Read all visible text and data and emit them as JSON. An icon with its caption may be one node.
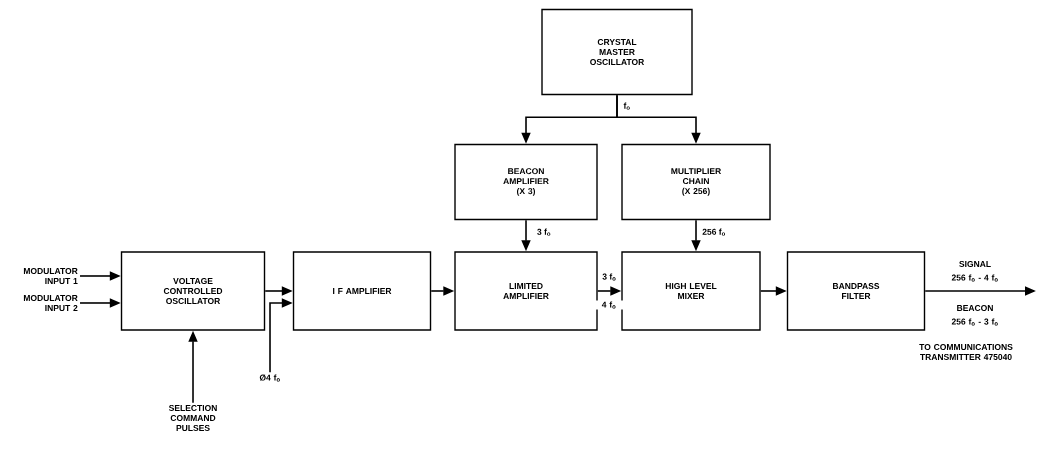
{
  "diagram": {
    "nodes": [
      {
        "text": [
          "CRYSTAL MASTER OSCILLATOR"
        ]
      },
      {
        "text": [
          "BEACON AMPLIFIER (X 3)"
        ]
      },
      {
        "text": [
          "MULTIPLIER CHAIN (X 256)"
        ]
      },
      {
        "text": [
          "MODULATOR INPUT 1"
        ]
      },
      {
        "text": [
          "MODULATOR INPUT 2"
        ]
      },
      {
        "text": [
          "VOLTAGE CONTROLLED OSCILLATOR"
        ]
      },
      {
        "text": [
          "I F AMPLIFIER"
        ]
      },
      {
        "text": [
          "LIMITED AMPLIFIER"
        ]
      },
      {
        "text": [
          "HIGH LEVEL MIXER"
        ]
      },
      {
        "text": [
          "BANDPASS FILTER"
        ]
      },
      {
        "text": [
          "SELECTION COMMAND PULSES"
        ]
      },
      {
        "text": [
          "Ø4 f$_{o}$"
        ]
      }
    ],
    "edges": [
      {
        "from": 0,
        "to": 1,
        "arrow": "to",
        "label": "f$_{o}$"
      },
      {
        "from": 0,
        "to": 2,
        "arrow": "to"
      },
      {
        "from": 3,
        "to": 5,
        "arrow": "to"
      },
      {
        "from": 4,
        "to": 5,
        "arrow": "to"
      },
      {
        "from": 10,
        "to": 5,
        "arrow": "to"
      },
      {
        "from": 5,
        "to": 6,
        "arrow": "to"
      },
      {
        "from": 11,
        "to": 6,
        "arrow": "to"
      },
      {
        "from": 6,
        "to": 7,
        "arrow": "to"
      },
      {
        "from": 1,
        "to": 7,
        "arrow": "to",
        "label": "3 f$_{o}$"
      },
      {
        "from": 2,
        "to": 8,
        "arrow": "to",
        "label": "256 f$_{o}$"
      },
      {
        "from": 7,
        "to": 8,
        "arrow": "to",
        "label": "3 f$_{o}$"
      },
      {
        "from": 8,
        "to": 9,
        "arrow": "to"
      },
      {
        "from": 9,
        "to": null,
        "arrow": "to"
      }
    ],
    "labels": [
      "4 f$_{o}$",
      "SIGNAL",
      "256 f$_{o}$ - 4 f$_{o}$",
      "BEACON",
      "256 f$_{o}$ - 3 f$_{o}$",
      "TO COMMUNICATIONS TRANSMITTER 475040"
    ]
  }
}
